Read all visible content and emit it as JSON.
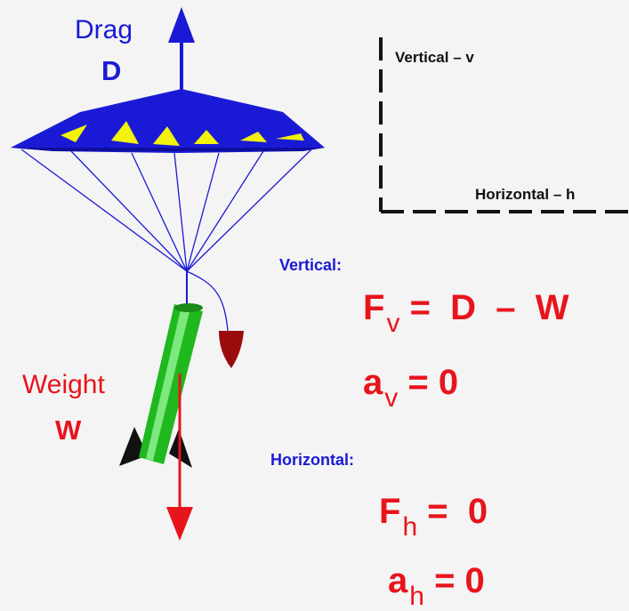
{
  "drag": {
    "word": "Drag",
    "symbol": "D"
  },
  "weight": {
    "word": "Weight",
    "symbol": "W"
  },
  "axes": {
    "vertical": "Vertical  – v",
    "horizontal": "Horizontal – h"
  },
  "vertical": {
    "heading": "Vertical:",
    "force": {
      "var": "F",
      "sub": "v",
      "rhs": "=  D  –  W"
    },
    "accel": {
      "var": "a",
      "sub": "v",
      "rhs": "= 0"
    }
  },
  "horizontal": {
    "heading": "Horizontal:",
    "force": {
      "var": "F",
      "sub": "h",
      "rhs": "=  0"
    },
    "accel": {
      "var": "a",
      "sub": "h",
      "rhs": "= 0"
    }
  },
  "colors": {
    "blue": "#1a1ad6",
    "red": "#e8141c",
    "green": "#1fb81f",
    "canopy_triangles": "#f2f20a"
  }
}
